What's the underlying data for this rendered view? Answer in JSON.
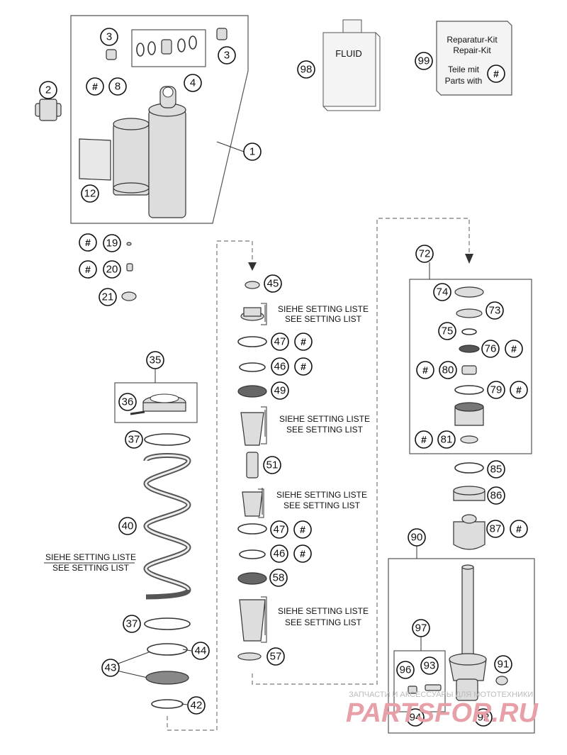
{
  "fluid_label": "FLUID",
  "repair_kit": {
    "line1": "Reparatur-Kit",
    "line2": "Repair-Kit",
    "line3": "Teile mit",
    "line4": "Parts with",
    "hash": "#"
  },
  "hash_symbol": "#",
  "setting_note": {
    "de": "SIEHE SETTING LISTE",
    "en": "SEE SETTING LIST"
  },
  "callouts": {
    "c1": "1",
    "c2": "2",
    "c3a": "3",
    "c3b": "3",
    "c4": "4",
    "c8": "8",
    "c12": "12",
    "c19": "19",
    "c20": "20",
    "c21": "21",
    "c35": "35",
    "c36": "36",
    "c37a": "37",
    "c40": "40",
    "c37b": "37",
    "c43": "43",
    "c44": "44",
    "c42": "42",
    "c45": "45",
    "c47a": "47",
    "c46a": "46",
    "c49": "49",
    "c51": "51",
    "c47b": "47",
    "c46b": "46",
    "c58": "58",
    "c57": "57",
    "c72": "72",
    "c74": "74",
    "c73": "73",
    "c75": "75",
    "c76": "76",
    "c80": "80",
    "c79": "79",
    "c81": "81",
    "c85": "85",
    "c86": "86",
    "c87": "87",
    "c90": "90",
    "c97": "97",
    "c96": "96",
    "c93": "93",
    "c91": "91",
    "c94": "94",
    "c92": "92",
    "c98": "98",
    "c99": "99"
  },
  "watermark": {
    "small": "ЗАПЧАСТИ И АКСЕССУАРЫ ДЛЯ МОТОТЕХНИКИ",
    "big": "PARTSFOR.RU"
  }
}
